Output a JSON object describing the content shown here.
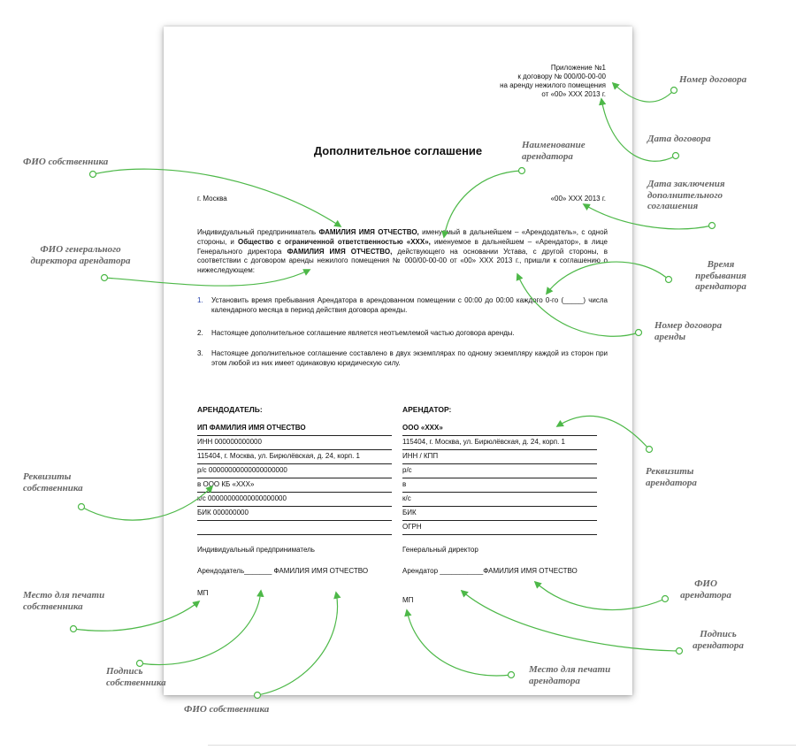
{
  "document": {
    "appendix": [
      "Приложение №1",
      "к договору № 000/00-00-00",
      "на аренду нежилого помещения",
      "от «00» ХХХ 2013 г."
    ],
    "title": "Дополнительное соглашение",
    "city": "г. Москва",
    "date": "«00» ХХХ 2013 г.",
    "preamble": {
      "s1": "Индивидуальный предприниматель ",
      "b1": "ФАМИЛИЯ ИМЯ ОТЧЕСТВО,",
      "s2": " именуемый в дальнейшем – «Арендодатель», с одной стороны, и ",
      "b2": "Общество с ограниченной ответственностью «ХХХ»,",
      "s3": " именуемое в дальнейшем – «Арендатор», в лице Генерального директора ",
      "b3": "ФАМИЛИЯ ИМЯ ОТЧЕСТВО,",
      "s4": " действующего на основании Устава, с другой стороны, в соответствии с договором аренды нежилого помещения № 000/00-00-00  от «00» ХХХ 2013 г., пришли к соглашению о нижеследующем:"
    },
    "items": [
      {
        "num": "1.",
        "text": "Установить время пребывания Арендатора в арендованном помещении с 00:00 до 00:00 каждого 0-го (_____) числа календарного месяца  в период действия договора аренды."
      },
      {
        "num": "2.",
        "text": "Настоящее дополнительное соглашение является неотъемлемой частью договора аренды."
      },
      {
        "num": "3.",
        "text": "Настоящее дополнительное соглашение составлено в двух экземплярах по одному экземпляру каждой из сторон при этом любой из них имеет одинаковую юридическую силу."
      }
    ],
    "landlord": {
      "heading": "АРЕНДОДАТЕЛЬ:",
      "rows": [
        "ИП ФАМИЛИЯ ИМЯ ОТЧЕСТВО",
        "ИНН 000000000000",
        "115404, г. Москва, ул. Бирюлёвская, д. 24, корп. 1",
        "р/с 00000000000000000000",
        "в ООО КБ «ХХХ»",
        "к/с 00000000000000000000",
        "БИК 000000000",
        ""
      ],
      "position": "Индивидуальный предприниматель",
      "signature": "Арендодатель_______ ФАМИЛИЯ ИМЯ ОТЧЕСТВО",
      "stamp": "МП"
    },
    "tenant": {
      "heading": "АРЕНДАТОР:",
      "rows": [
        "ООО «ХХХ»",
        "115404, г. Москва, ул. Бирюлёвская, д. 24, корп. 1",
        "ИНН / КПП",
        "р/с",
        "в",
        "к/с",
        "БИК",
        "ОГРН"
      ],
      "position": "Генеральный директор",
      "signature": "Арендатор ___________ФАМИЛИЯ ИМЯ ОТЧЕСТВО",
      "stamp": "МП"
    }
  },
  "annotations": {
    "contract_number": "Номер договора",
    "contract_date": "Дата договора",
    "tenant_name": "Наименование арендатора",
    "agreement_date": "Дата заключения дополнительного соглашения",
    "owner_name_top": "ФИО собственника",
    "tenant_director": "ФИО генерального директора арендатора",
    "stay_time": "Время пребывания арендатора",
    "lease_number": "Номер договора аренды",
    "owner_details": "Реквизиты собственника",
    "tenant_details": "Реквизиты арендатора",
    "tenant_fio": "ФИО арендатора",
    "tenant_signature": "Подпись арендатора",
    "owner_stamp": "Место для печати собственника",
    "owner_signature": "Подпись собственника",
    "tenant_stamp": "Место для печати арендатора",
    "owner_name_bottom": "ФИО собственника"
  },
  "colors": {
    "connector": "#4db848",
    "annotation_text": "#666666"
  }
}
